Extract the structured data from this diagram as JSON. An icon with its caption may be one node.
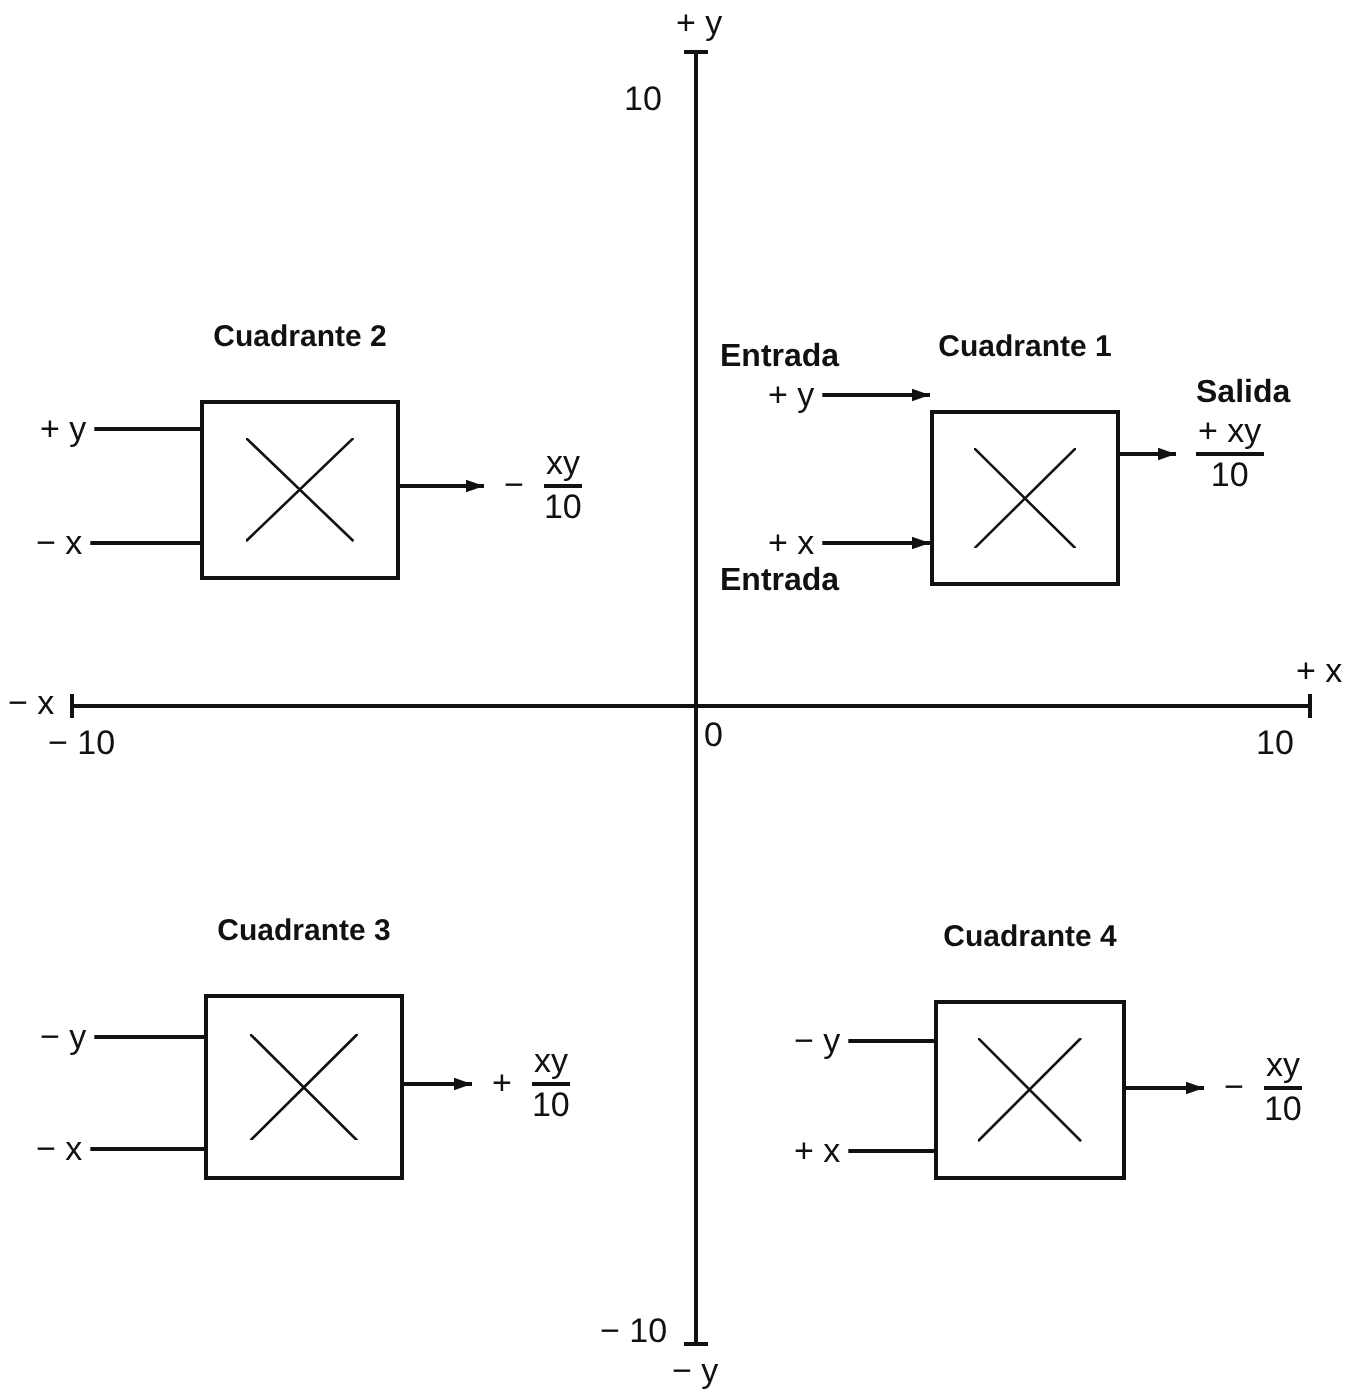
{
  "diagram": {
    "nodes": [
      {
        "text": [
          "Cuadrante 2"
        ]
      },
      {
        "text": [
          "Cuadrante 1"
        ]
      },
      {
        "text": [
          "+ y"
        ]
      },
      {
        "text": [
          "− x"
        ]
      },
      {
        "text": [
          "−",
          "xy",
          "10"
        ]
      },
      {
        "text": [
          "+ y"
        ],
        "beside": [
          "Entrada"
        ]
      },
      {
        "text": [
          "+ x"
        ],
        "beside": [
          "Entrada"
        ]
      },
      {
        "text": [
          "+ xy",
          "10"
        ],
        "beside": [
          "Salida"
        ]
      },
      {
        "text": [
          "Cuadrante 3"
        ]
      },
      {
        "text": [
          "Cuadrante 4"
        ]
      },
      {
        "text": [
          "− y"
        ]
      },
      {
        "text": [
          "− x"
        ]
      },
      {
        "text": [
          "+",
          "xy",
          "10"
        ]
      },
      {
        "text": [
          "− y"
        ]
      },
      {
        "text": [
          "+ x"
        ]
      },
      {
        "text": [
          "−",
          "xy",
          "10"
        ]
      }
    ],
    "edges": [
      {
        "from": 2,
        "to": 0,
        "arrow": "none"
      },
      {
        "from": 3,
        "to": 0,
        "arrow": "none"
      },
      {
        "from": 0,
        "to": 4,
        "arrow": "to"
      },
      {
        "from": 5,
        "to": 1,
        "arrow": "to"
      },
      {
        "from": 6,
        "to": 1,
        "arrow": "to"
      },
      {
        "from": 1,
        "to": 7,
        "arrow": "to"
      },
      {
        "from": 10,
        "to": 8,
        "arrow": "none"
      },
      {
        "from": 11,
        "to": 8,
        "arrow": "none"
      },
      {
        "from": 8,
        "to": 12,
        "arrow": "to"
      },
      {
        "from": 13,
        "to": 9,
        "arrow": "none"
      },
      {
        "from": 14,
        "to": 9,
        "arrow": "none"
      },
      {
        "from": 9,
        "to": 15,
        "arrow": "to"
      }
    ],
    "labels": [
      "+ y",
      "10",
      "− x",
      "+ x",
      "− 10",
      "0",
      "10",
      "− 10",
      "− y"
    ]
  }
}
